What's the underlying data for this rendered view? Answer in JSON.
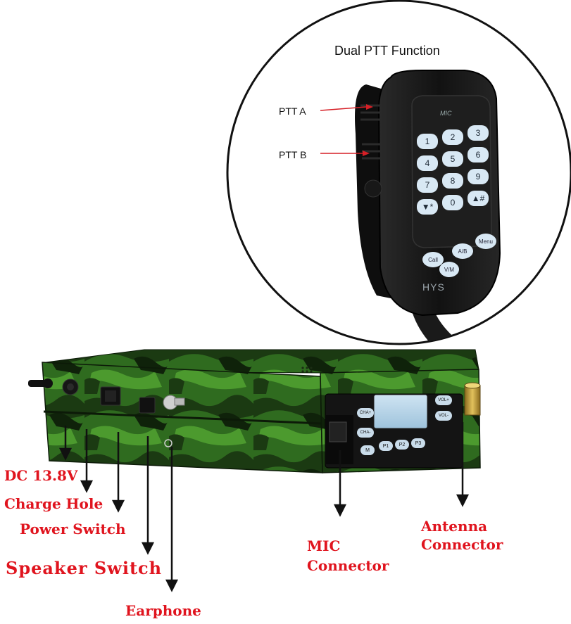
{
  "mic_callout": {
    "title": "Dual PTT Function",
    "ptt_a": "PTT A",
    "ptt_b": "PTT B"
  },
  "keypad": {
    "keys": [
      "1",
      "2",
      "3",
      "4",
      "5",
      "6",
      "7",
      "8",
      "9",
      "▼*",
      "0",
      "▲#"
    ],
    "mic_label": "MIC",
    "brand": "HYS"
  },
  "function_keys": {
    "call": "Call",
    "ab": "A/B",
    "menu": "Menu",
    "vm": "V/M"
  },
  "front_panel": {
    "cha_plus": "CHA+",
    "cha_minus": "CHA-",
    "vol_plus": "VOL+",
    "vol_minus": "VOL-",
    "p1": "P1",
    "p2": "P2",
    "p3": "P3",
    "m": "M"
  },
  "connector_labels": {
    "dc": "DC 13.8V",
    "charge": "Charge Hole",
    "power": "Power Switch",
    "speaker": "Speaker Switch",
    "earphone": "Earphone",
    "mic_line1": "MIC",
    "mic_line2": "Connector",
    "antenna_line1": "Antenna",
    "antenna_line2": "Connector"
  },
  "colors": {
    "callout_red": "#e0141e",
    "camo_dark": "#1b3a12",
    "camo_mid": "#2f6b1f",
    "camo_light": "#4c9a2e",
    "radio_body": "#141414",
    "key_face": "#d8e8f4",
    "ptt_arrow": "#d61f26"
  },
  "icons": {
    "ptt_arrows": "arrow-left-icon",
    "callout_arrows": "arrow-down-icon"
  }
}
